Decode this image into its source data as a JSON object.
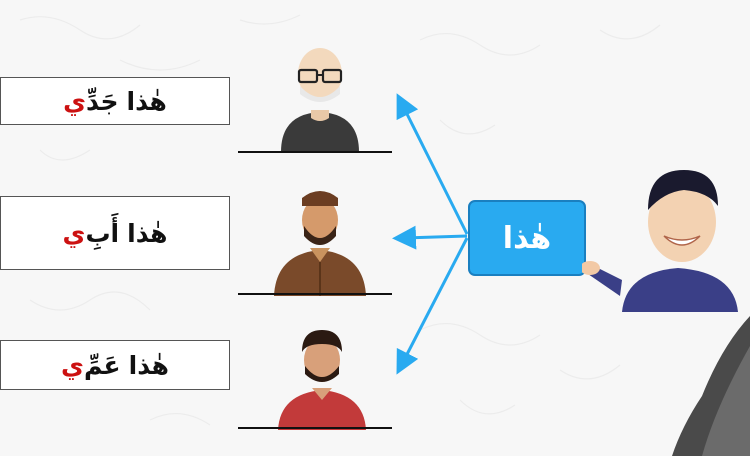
{
  "rows": [
    {
      "prefix": "هٰذا",
      "word_stem": "جَدِّ",
      "word_suffix": "ي"
    },
    {
      "prefix": "هٰذا",
      "word_stem": "أَبِ",
      "word_suffix": "ي"
    },
    {
      "prefix": "هٰذا",
      "word_stem": "عَمِّ",
      "word_suffix": "ي"
    }
  ],
  "center_word": "هٰذا",
  "colors": {
    "accent_blue": "#29aaf0",
    "highlight_red": "#cc1111",
    "arrow": "#29aaf0"
  },
  "icons": [
    "grandfather-figure",
    "father-figure",
    "uncle-figure",
    "boy-presenter-figure",
    "presenter-photo-corner"
  ]
}
